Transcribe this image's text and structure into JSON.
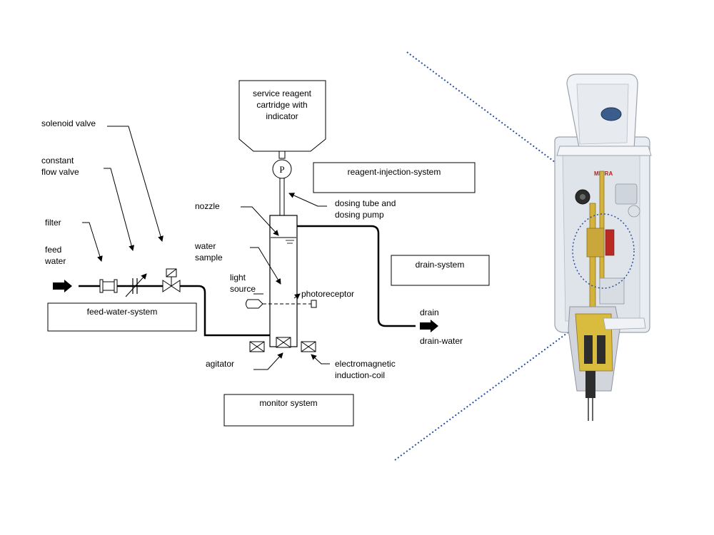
{
  "labels": {
    "cartridge": [
      "service  reagent",
      "cartridge  with",
      "indicator"
    ],
    "pump_symbol": "P",
    "reagent_injection_system": "reagent-injection-system",
    "solenoid_valve": "solenoid valve",
    "constant_flow_valve": [
      "constant",
      "flow valve"
    ],
    "filter": "filter",
    "feed_water": [
      "feed",
      "water"
    ],
    "feed_water_system": "feed-water-system",
    "nozzle": "nozzle",
    "water_sample": [
      "water",
      "sample"
    ],
    "light_source": [
      "light",
      "source"
    ],
    "photoreceptor": "photoreceptor",
    "dosing_tube_and_pump": [
      "dosing tube and",
      "dosing pump"
    ],
    "drain_system": "drain-system",
    "drain": "drain",
    "drain_water": "drain-water",
    "agitator": "agitator",
    "induction_coil": [
      "electromagnetic",
      "induction-coil"
    ],
    "monitor_system": "monitor system",
    "device_brand": "MIURA"
  },
  "colors": {
    "line": "#000000",
    "callout_dots": "#2b4fa3",
    "device_body": "#e9ecf1",
    "device_panel": "#dfe4ea",
    "device_window": "#3a5d8c",
    "brass": "#d4b33a",
    "brass_dark": "#8c7120",
    "device_dark": "#2d2d2d"
  }
}
